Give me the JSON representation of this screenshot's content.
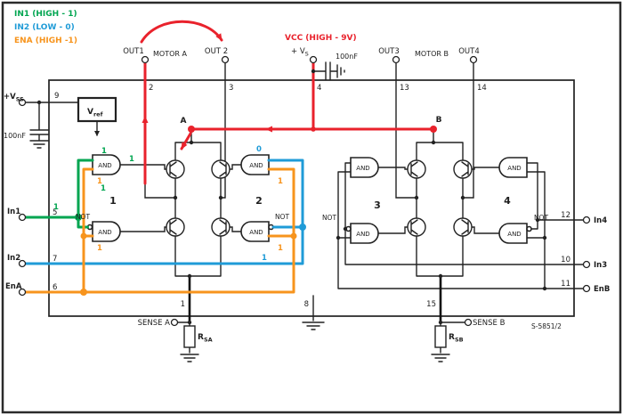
{
  "colors": {
    "red": "#e9222c",
    "green": "#00a550",
    "blue": "#1f9bd7",
    "orange": "#f7941d",
    "wire": "#222222"
  },
  "legend": {
    "in1": "IN1 (HIGH - 1)",
    "in2": "IN2 (LOW - 0)",
    "ena": "ENA (HIGH -1)",
    "vcc": "VCC (HIGH - 9V)"
  },
  "top": {
    "out1": "OUT1",
    "motor_a": "MOTOR A",
    "out2": "OUT 2",
    "vs": "+ V",
    "vs_sub": "S",
    "cap": "100nF",
    "out3": "OUT3",
    "motor_b": "MOTOR B",
    "out4": "OUT4",
    "pin_out1": "2",
    "pin_out2": "3",
    "pin_vs": "4",
    "pin_out3": "13",
    "pin_out4": "14"
  },
  "left": {
    "vss": "+V",
    "vss_sub": "SS",
    "pin_vss": "9",
    "vref": "V",
    "vref_sub": "ref",
    "cap": "100nF",
    "in1": "In1",
    "pin_in1": "5",
    "in2": "In2",
    "pin_in2": "7",
    "ena": "EnA",
    "pin_ena": "6"
  },
  "right": {
    "in4": "In4",
    "pin_in4": "12",
    "in3": "In3",
    "pin_in3": "10",
    "enb": "EnB",
    "pin_enb": "11"
  },
  "bottom": {
    "pin_sense_a": "1",
    "sense_a": "SENSE A",
    "rsa": "R",
    "rsa_sub": "SA",
    "pin_gnd": "8",
    "pin_sense_b": "15",
    "sense_b": "SENSE B",
    "rsb": "R",
    "rsb_sub": "SB",
    "part": "S-5851/2"
  },
  "gates": {
    "and": "AND",
    "not": "NOT"
  },
  "bridges": {
    "b1": "1",
    "b2": "2",
    "b3": "3",
    "b4": "4"
  },
  "nodes": {
    "a": "A",
    "b": "B"
  },
  "states": {
    "in1_pin": "1",
    "in1_top": "1",
    "in1_out": "1",
    "in1_not": "1",
    "in2_top": "0",
    "in2_bot": "1",
    "ena_a_top": "1",
    "ena_a_bot": "1",
    "ena_b_top": "1",
    "ena_b_bot": "1"
  }
}
